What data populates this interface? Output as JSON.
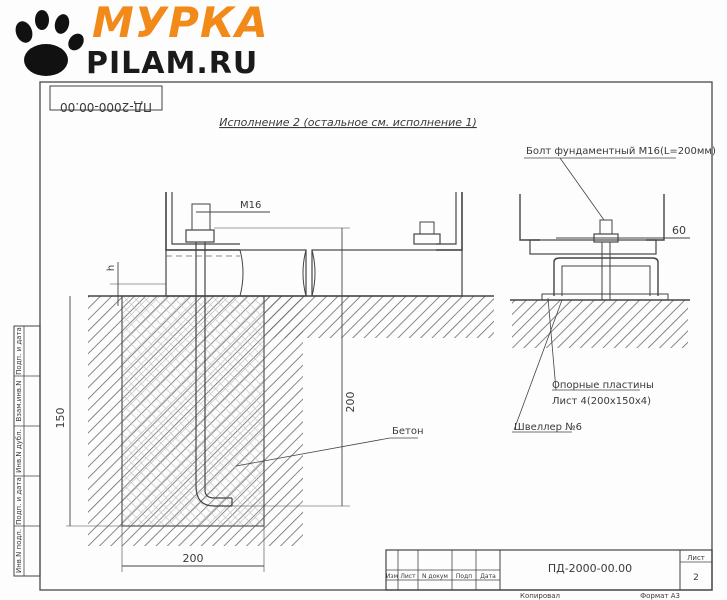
{
  "logo": {
    "brand_top": "МУРКА",
    "brand_bottom": "PILAM.RU",
    "paw_icon": "paw-icon"
  },
  "drawing": {
    "stamp_rotated": "ПД-2000-00.00",
    "title": "Исполнение 2 (остальное см. исполнение 1)",
    "bolt_size": "M16",
    "bolt_callout": "Болт фундаментный М16(L=200мм)",
    "dim_60": "60",
    "dim_h": "h",
    "dim_150": "150",
    "dim_200_vertical": "200",
    "dim_200_horizontal": "200",
    "concrete_label": "Бетон",
    "plates_label_line1": "Опорные пластины",
    "plates_label_line2": "Лист 4(200x150x4)",
    "channel_label": "Швеллер №6"
  },
  "title_block": {
    "designation": "ПД-2000-00.00",
    "sheet_label": "Лист",
    "sheet_number": "2",
    "col_izm": "Изм",
    "col_list": "Лист",
    "col_docnum": "N докум",
    "col_podp": "Подп",
    "col_data": "Дата",
    "copied": "Копировал",
    "format": "Формат А3"
  },
  "side_stamp": {
    "cells": [
      "Подп. и дата",
      "Взам.инв.N",
      "Инв.N дубл.",
      "Подп. и дата",
      "Инв.N подл."
    ]
  }
}
